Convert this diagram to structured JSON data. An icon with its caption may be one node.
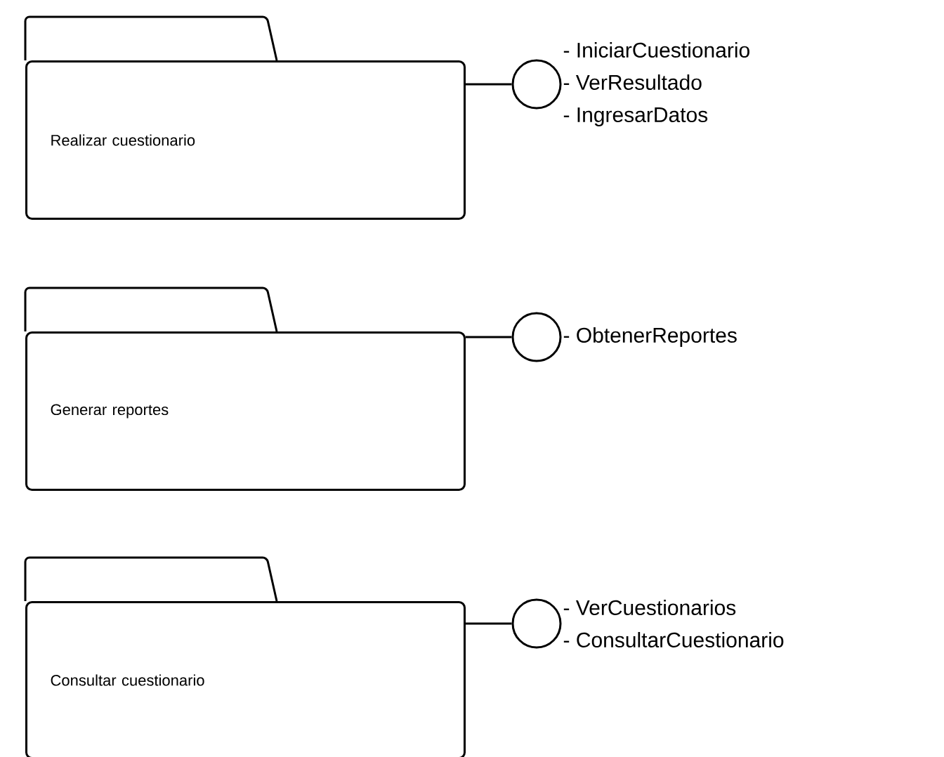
{
  "diagram": {
    "nodes": [
      {
        "text": [
          "Realizar cuestionario"
        ]
      },
      {
        "text": [],
        "shape": "circle",
        "beside": [
          "- IniciarCuestionario",
          "- VerResultado",
          "- IngresarDatos"
        ]
      },
      {
        "text": [
          "Generar reportes"
        ]
      },
      {
        "text": [],
        "shape": "circle",
        "beside": [
          "- ObtenerReportes"
        ]
      },
      {
        "text": [
          "Consultar cuestionario"
        ]
      },
      {
        "text": [],
        "shape": "circle",
        "beside": [
          "- VerCuestionarios",
          "- ConsultarCuestionario"
        ]
      }
    ],
    "edges": [
      {
        "from": 0,
        "to": 1,
        "arrow": "none"
      },
      {
        "from": 2,
        "to": 3,
        "arrow": "none"
      },
      {
        "from": 4,
        "to": 5,
        "arrow": "none"
      }
    ]
  }
}
